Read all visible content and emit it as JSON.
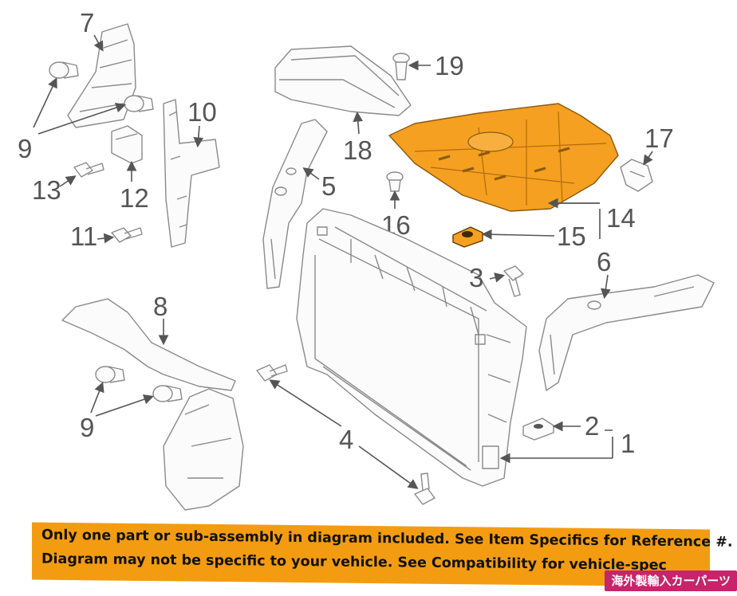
{
  "callouts": {
    "c1": "1",
    "c2": "2",
    "c3": "3",
    "c4": "4",
    "c5": "5",
    "c6": "6",
    "c7": "7",
    "c8": "8",
    "c9a": "9",
    "c9b": "9",
    "c10": "10",
    "c11": "11",
    "c12": "12",
    "c13": "13",
    "c14": "14",
    "c15": "15",
    "c16": "16",
    "c17": "17",
    "c18": "18",
    "c19": "19"
  },
  "highlight_color": "#f39c12",
  "banner": {
    "line1": "Only one part or sub-assembly in diagram included. See Item Specifics for Reference #.",
    "line2": "Diagram may not be specific to your vehicle. See Compatibility for vehicle-spec"
  },
  "shop_badge": "海外製輸入カーパーツ"
}
